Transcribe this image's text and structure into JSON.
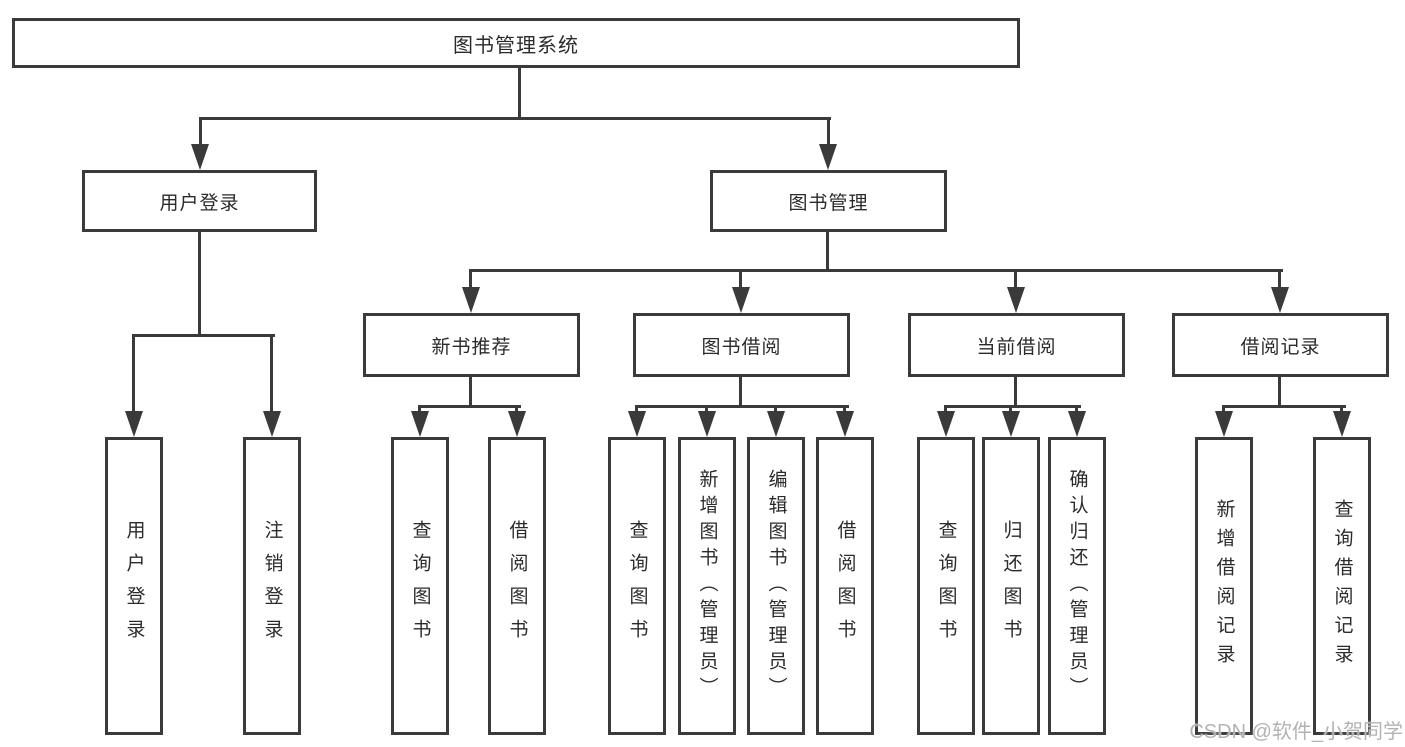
{
  "tree": {
    "label": "图书管理系统",
    "children": [
      {
        "label": "用户登录",
        "children": [
          {
            "label": "用户登录"
          },
          {
            "label": "注销登录"
          }
        ]
      },
      {
        "label": "图书管理",
        "children": [
          {
            "label": "新书推荐",
            "children": [
              {
                "label": "查询图书"
              },
              {
                "label": "借阅图书"
              }
            ]
          },
          {
            "label": "图书借阅",
            "children": [
              {
                "label": "查询图书"
              },
              {
                "label": "新增图书（管理员）"
              },
              {
                "label": "编辑图书（管理员）"
              },
              {
                "label": "借阅图书"
              }
            ]
          },
          {
            "label": "当前借阅",
            "children": [
              {
                "label": "查询图书"
              },
              {
                "label": "归还图书"
              },
              {
                "label": "确认归还（管理员）"
              }
            ]
          },
          {
            "label": "借阅记录",
            "children": [
              {
                "label": "新增借阅记录"
              },
              {
                "label": "查询借阅记录"
              }
            ]
          }
        ]
      }
    ]
  },
  "watermark": {
    "text": "CSDN @软件_小贺同学"
  },
  "colors": {
    "line": "#3a3a3a",
    "text": "#2b2b2b",
    "watermark": "#b3b3b3",
    "background": "#ffffff"
  }
}
